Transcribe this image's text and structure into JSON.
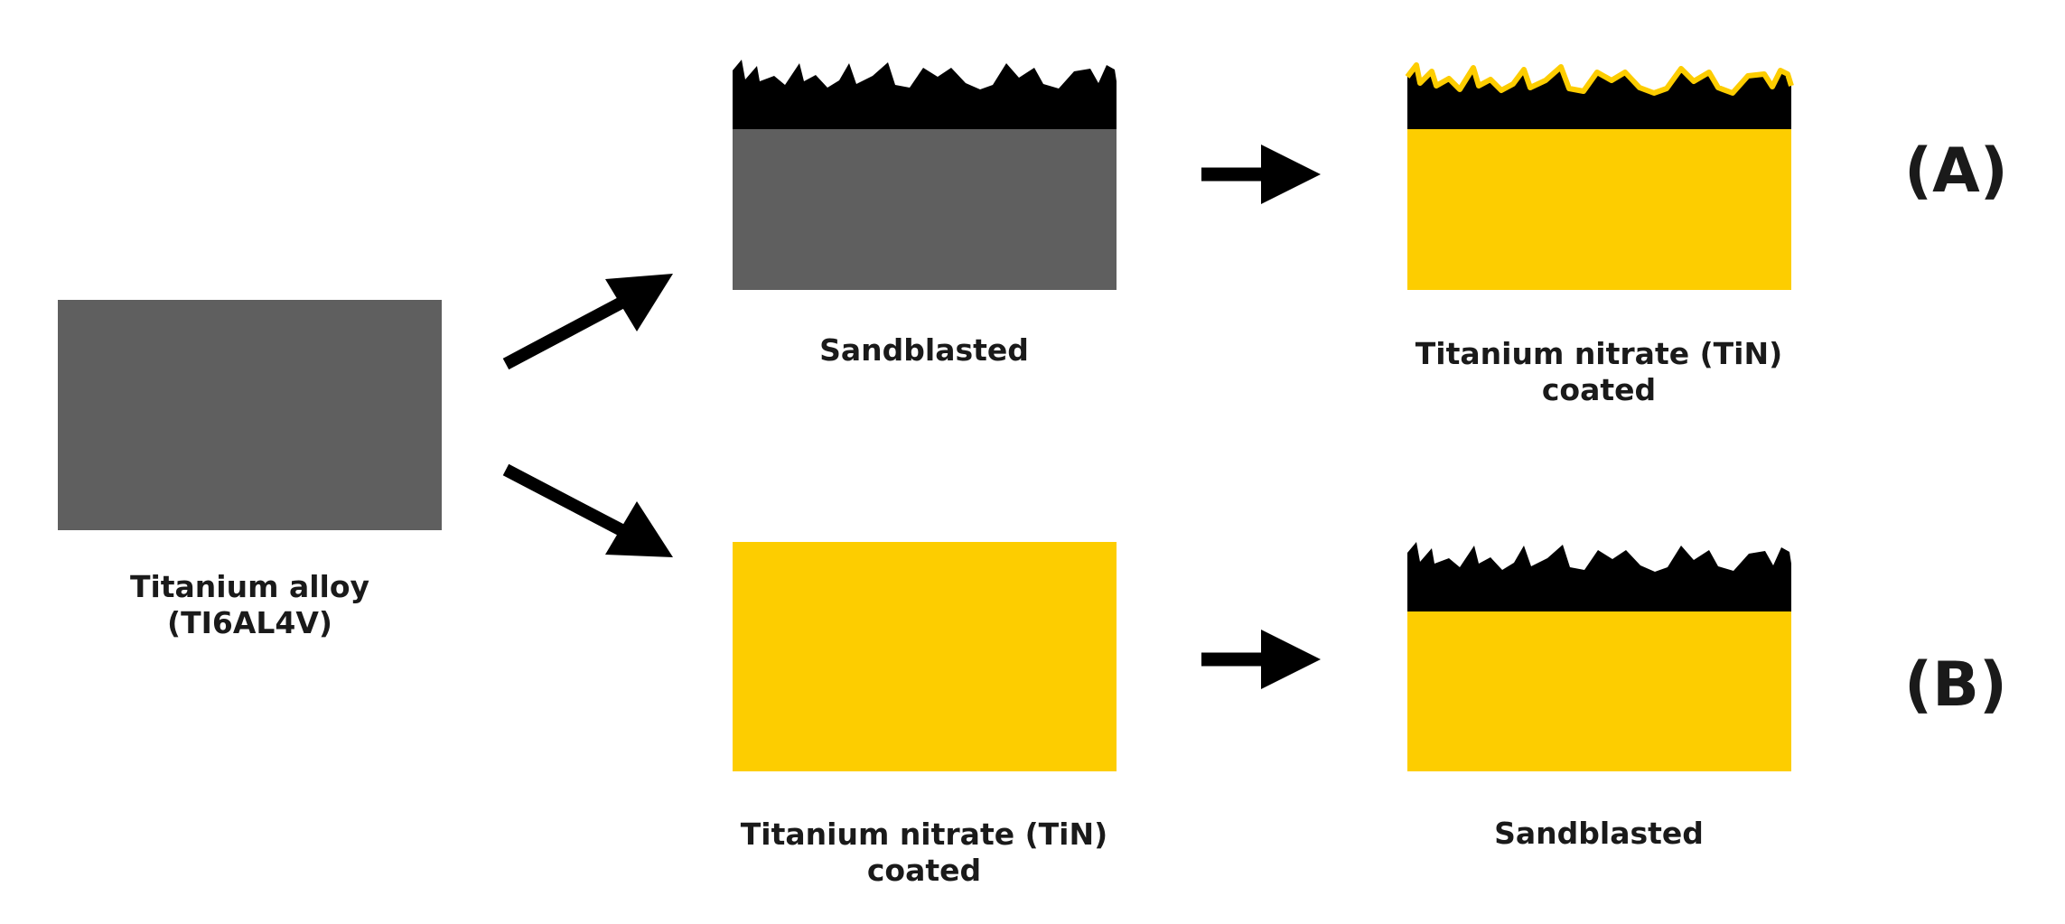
{
  "colors": {
    "titanium_alloy": "#5f5f5f",
    "tin_coating": "#fdcd00",
    "rough_surface": "#000000",
    "arrow": "#000000",
    "text": "#1a1a1a"
  },
  "start": {
    "label_line1": "Titanium alloy",
    "label_line2": "(TI6AL4V)"
  },
  "row_a": {
    "tag": "(A)",
    "step1_label": "Sandblasted",
    "step2_label_line1": "Titanium nitrate (TiN)",
    "step2_label_line2": "coated"
  },
  "row_b": {
    "tag": "(B)",
    "step1_label_line1": "Titanium nitrate (TiN)",
    "step1_label_line2": "coated",
    "step2_label": "Sandblasted"
  }
}
